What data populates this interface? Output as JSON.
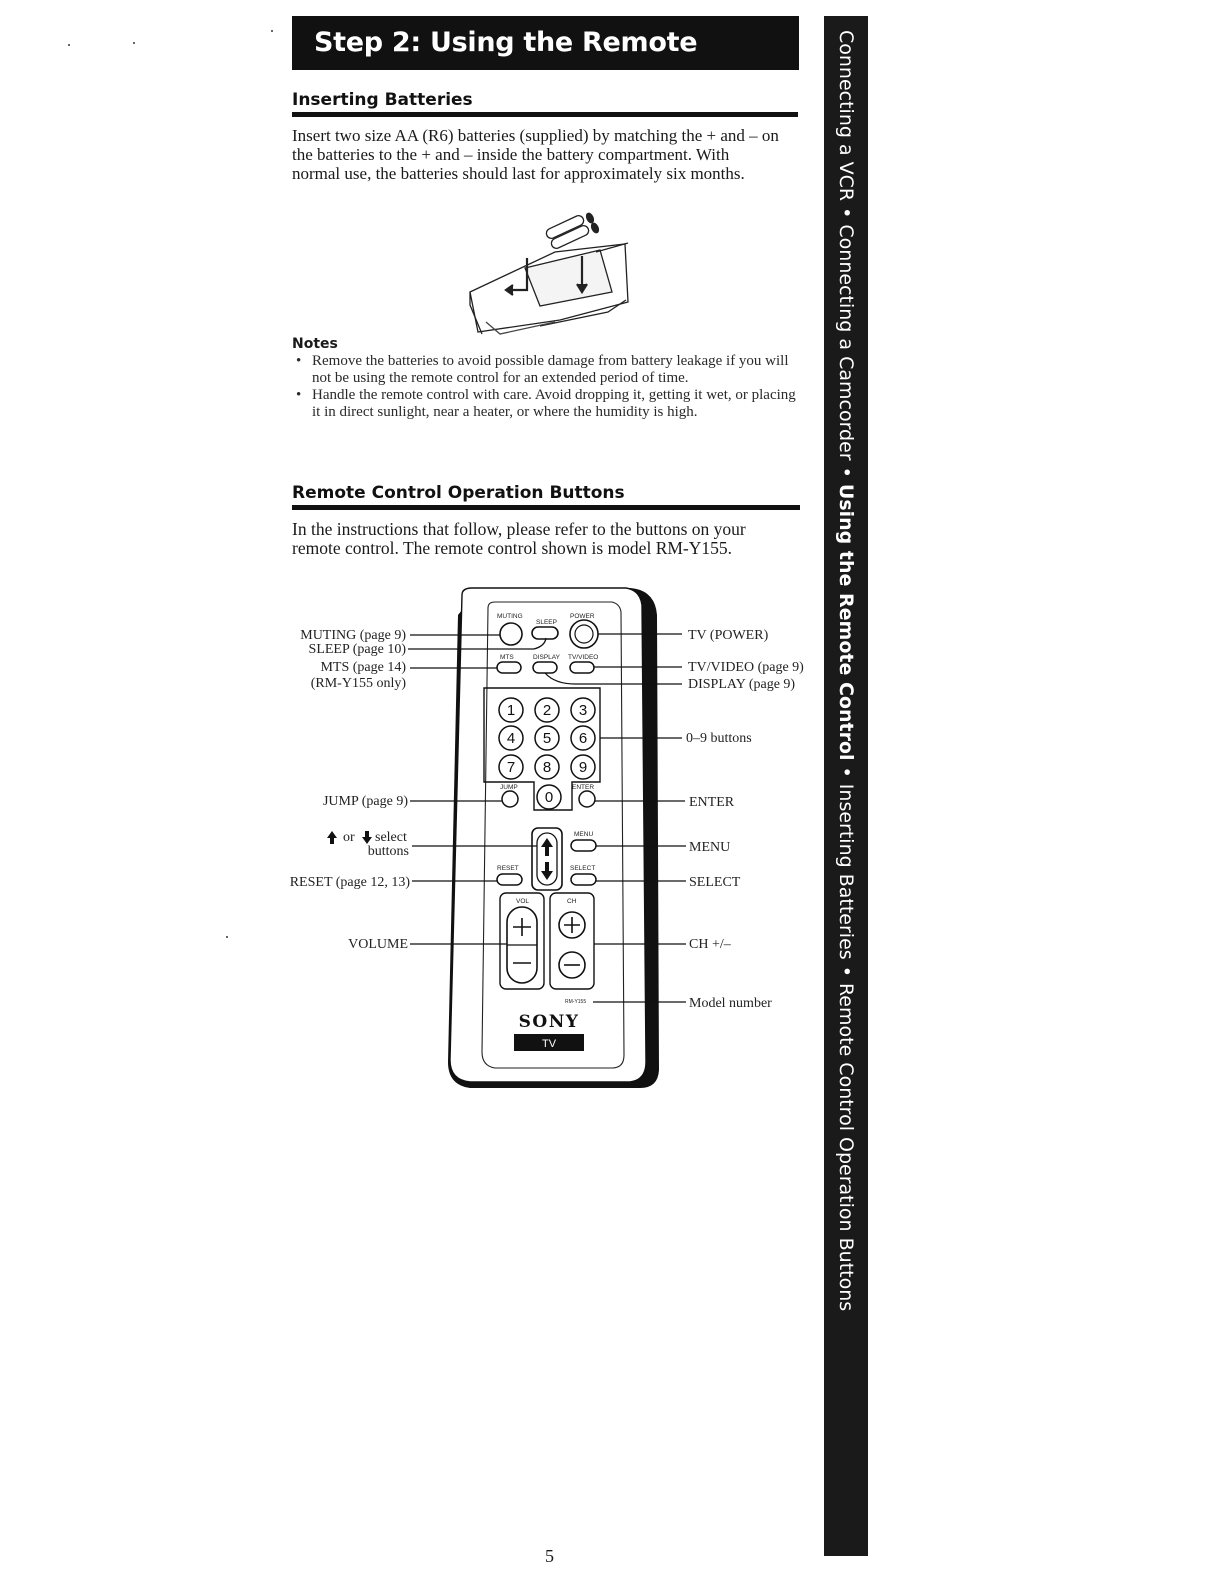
{
  "title": "Step 2: Using the Remote Control",
  "sections": {
    "batteries": {
      "heading": "Inserting Batteries",
      "body": "Insert two size AA (R6) batteries (supplied) by matching the + and – on the batteries to the + and – inside the battery compartment. With normal use, the batteries should last for approximately six months."
    },
    "notes": {
      "heading": "Notes",
      "items": [
        "Remove the batteries to avoid possible damage from battery leakage if you will not be using the remote control for an extended period of time.",
        "Handle the remote control with care. Avoid dropping it, getting it wet, or placing it in direct sunlight, near a heater, or where the humidity is high."
      ]
    },
    "buttons": {
      "heading": "Remote Control Operation Buttons",
      "body": "In the instructions that follow, please refer to the buttons on your remote control. The remote control shown is model RM-Y155."
    }
  },
  "callouts": {
    "left": {
      "muting": "MUTING (page 9)",
      "sleep": "SLEEP (page 10)",
      "mts": "MTS (page 14)",
      "mts_note": "(RM-Y155 only)",
      "jump": "JUMP (page 9)",
      "select_line1": "or",
      "select_line1b": "select",
      "select_line2": "buttons",
      "reset": "RESET (page 12, 13)",
      "volume": "VOLUME"
    },
    "right": {
      "power": "TV (POWER)",
      "tv_video": "TV/VIDEO (page 9)",
      "display": "DISPLAY (page 9)",
      "digits": "0–9 buttons",
      "enter": "ENTER",
      "menu": "MENU",
      "select": "SELECT",
      "ch": "CH +/–",
      "model": "Model number"
    }
  },
  "remote": {
    "btn_muting": "MUTING",
    "btn_sleep": "SLEEP",
    "btn_power": "POWER",
    "btn_mts": "MTS",
    "btn_display": "DISPLAY",
    "btn_tvvideo": "TV/VIDEO",
    "btn_jump": "JUMP",
    "btn_enter": "ENTER",
    "btn_menu": "MENU",
    "btn_reset": "RESET",
    "btn_select": "SELECT",
    "btn_vol": "VOL",
    "btn_ch": "CH",
    "digits": [
      "1",
      "2",
      "3",
      "4",
      "5",
      "6",
      "7",
      "8",
      "9",
      "0"
    ],
    "model_small": "RM-Y155",
    "brand": "SONY",
    "badge": "TV"
  },
  "side_tab": {
    "before": "Connecting a VCR • Connecting a Camcorder • ",
    "current": "Using the Remote Control",
    "after": " • Inserting Batteries • Remote Control Operation Buttons"
  },
  "page_number": "5"
}
